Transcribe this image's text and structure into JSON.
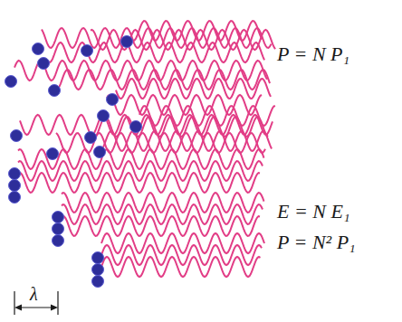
{
  "diagram": {
    "labels": [
      "P = N P₁",
      "E = N E₁",
      "P = N² P₁",
      "λ"
    ]
  }
}
